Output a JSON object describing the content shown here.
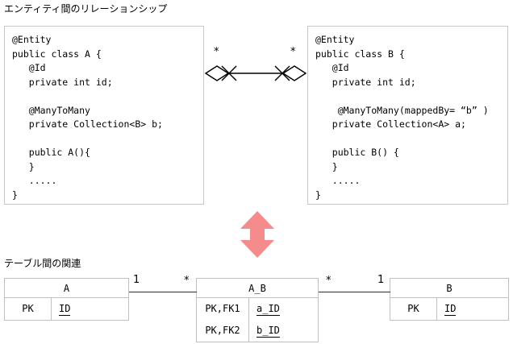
{
  "sections": {
    "entity": {
      "title": "エンティティ間のリレーションシップ"
    },
    "table": {
      "title": "テーブル間の関連"
    }
  },
  "code_boxes": [
    {
      "name": "class-a",
      "code": "@Entity\npublic class A {\n   @Id\n   private int id;\n\n   @ManyToMany\n   private Collection<B> b;\n\n   public A(){\n   }\n   .....\n}"
    },
    {
      "name": "class-b",
      "code": "@Entity\npublic class B {\n   @Id\n   private int id;\n\n    @ManyToMany(mappedBy= “b” )\n   private Collection<A> a;\n\n   public B() {\n   }\n   .....\n}"
    }
  ],
  "association": {
    "left_multiplicity": "*",
    "right_multiplicity": "*",
    "kind": "many-to-many"
  },
  "transform_arrow": {
    "direction": "double-vertical",
    "color": "#F58B8B"
  },
  "er_tables": [
    {
      "name": "A",
      "title": "A",
      "rows": [
        {
          "key": "PK",
          "column": "ID"
        }
      ]
    },
    {
      "name": "A_B",
      "title": "A_B",
      "rows": [
        {
          "key": "PK,FK1",
          "column": "a_ID"
        },
        {
          "key": "PK,FK2",
          "column": "b_ID"
        }
      ]
    },
    {
      "name": "B",
      "title": "B",
      "rows": [
        {
          "key": "PK",
          "column": "ID"
        }
      ]
    }
  ],
  "er_relations": {
    "a_side_one": "1",
    "ab_side_many_left": "*",
    "ab_side_many_right": "*",
    "b_side_one": "1"
  }
}
